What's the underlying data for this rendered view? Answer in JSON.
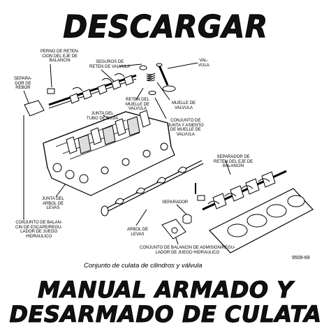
{
  "header": {
    "title": "DESCARGAR"
  },
  "footer": {
    "line1": "MANUAL ARMADO Y",
    "line2": "DESARMADO DE CULATA"
  },
  "diagram": {
    "caption": "Conjunto de culata de cilindros y válvula",
    "figure_number": "9509-69",
    "labels": {
      "perno": "PERNO DE RETEN-\nCION DEL EJE DE\nBALANCIN",
      "seguros": "SEGUROS DE\nRETEN DE VALVULA",
      "valvula": "VAL-\nVULA",
      "separador_balancin": "SEPARA-\nDOR DE\nREBOR",
      "reten_muelle": "RETEN DEL\nMUELLE DE\nVALVULA",
      "muelle": "MUELLE DE\nVALVULA",
      "junta_tubo": "JUNTA DEL\nTUBO DE BUJIA",
      "conjunto_junta": "CONJUNTO DE\nJUNTA Y ASIENTO\nDE MUELLE DE\nVALVULA",
      "separador_reten": "SEPARADOR DE\nRETEN DEL EJE DE\nBALANCIN",
      "junta_arbol": "JUNTA DEL\nARBOL DE\nLEVAS",
      "separador": "SEPARADOR",
      "conjunto_escape": "CONJUNTO DE BALAN-\nCIN DE ESCAPE/REGU-\nLADOR DE JUEGO\nHIDRAULICO",
      "arbol_levas": "ARBOL DE\nLEVAS",
      "conjunto_admision": "CONJUNTO DE BALANCIN DE ADMISION/REGU-\nLADOR DE JUEGO HIDRAULICO"
    }
  }
}
